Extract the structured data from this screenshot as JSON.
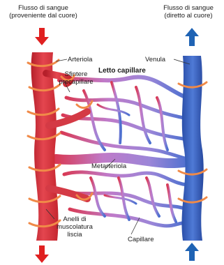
{
  "labels": {
    "flow_in_line1": "Flusso di sangue",
    "flow_in_line2": "(proveniente dal cuore)",
    "flow_out_line1": "Flusso di sangue",
    "flow_out_line2": "(diretto al cuore)",
    "arteriola": "Arteriola",
    "venula": "Venula",
    "sfintere_line1": "Sfintere",
    "sfintere_line2": "precapillare",
    "letto_capillare": "Letto capillare",
    "metarteriola": "Metarteriola",
    "anelli_line1": "Anelli di",
    "anelli_line2": "muscolatura",
    "anelli_line3": "liscia",
    "capillare": "Capillare"
  },
  "colors": {
    "arteriole": "#d8303a",
    "venule": "#2f56b8",
    "muscle_ring": "#f08a48",
    "capillary_mid": "#a77fd0",
    "arrow_in": "#e02020",
    "arrow_out": "#1f63b4"
  }
}
